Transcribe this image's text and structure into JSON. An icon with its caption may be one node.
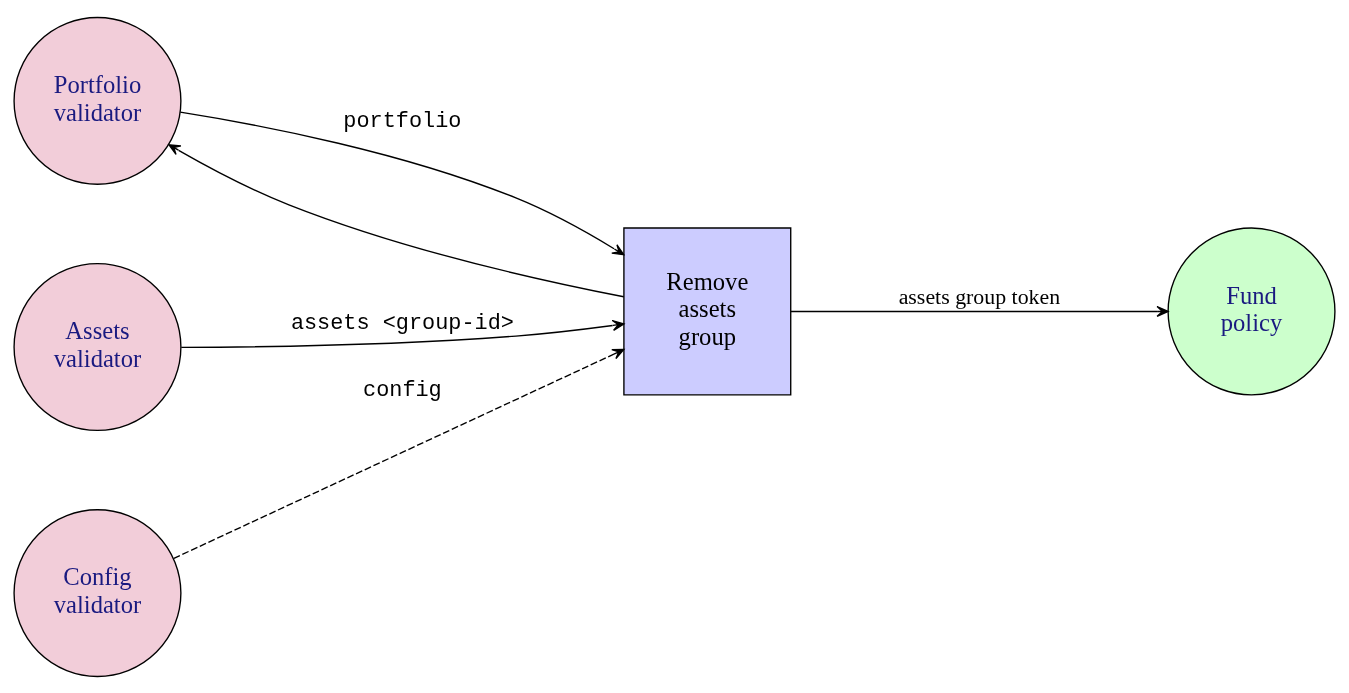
{
  "diagram": {
    "nodes": [
      {
        "text": [
          "Portfolio validator"
        ]
      },
      {
        "text": [
          "Remove assets group"
        ]
      },
      {
        "text": [
          "Fund policy"
        ]
      },
      {
        "text": [
          "Assets validator"
        ]
      },
      {
        "text": [
          "Config validator"
        ]
      }
    ],
    "edges": [
      {
        "from": 0,
        "to": 1,
        "arrow": "to",
        "label": "portfolio"
      },
      {
        "from": 1,
        "to": 0,
        "arrow": "to"
      },
      {
        "from": 1,
        "to": 2,
        "arrow": "to",
        "label": "assets group token"
      },
      {
        "from": 3,
        "to": 1,
        "arrow": "to",
        "label": "assets <group-id>"
      },
      {
        "from": 4,
        "to": 1,
        "arrow": "to",
        "label": "config",
        "style": "dashed"
      }
    ]
  }
}
